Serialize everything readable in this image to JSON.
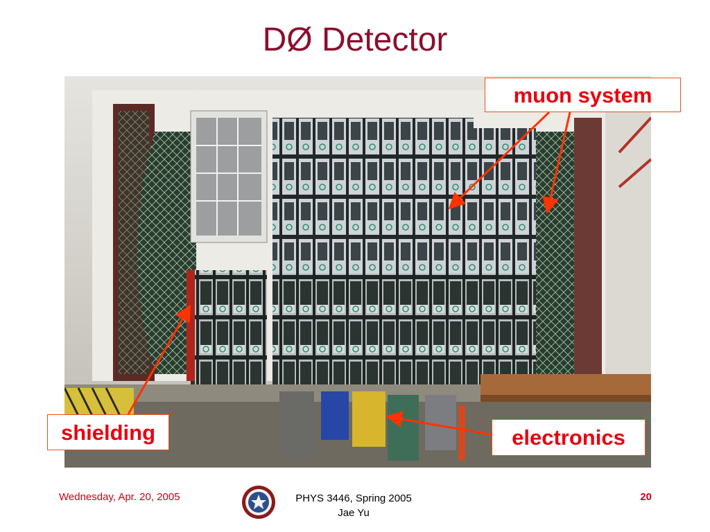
{
  "slide": {
    "title": "DØ Detector"
  },
  "callouts": {
    "muon": "muon system",
    "shielding": "shielding",
    "electronics": "electronics"
  },
  "footer": {
    "date": "Wednesday, Apr. 20, 2005",
    "course": "PHYS 3446, Spring 2005",
    "author": "Jae Yu",
    "page": "20"
  },
  "colors": {
    "title": "#8b0f2e",
    "callout_text": "#e8000f",
    "arrow": "#ff3300",
    "footer_red": "#c90015"
  },
  "icons": {
    "seal": "university-seal-icon"
  }
}
